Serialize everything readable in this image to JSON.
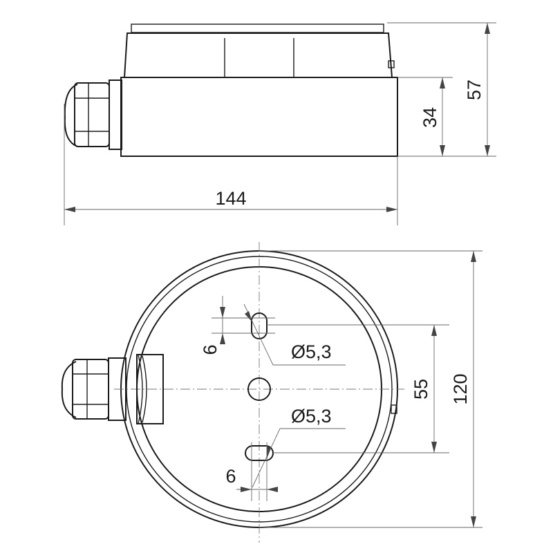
{
  "side_view": {
    "dim_width": "144",
    "dim_height_total": "57",
    "dim_height_base": "34"
  },
  "top_view": {
    "dim_diameter": "120",
    "dim_hole_spacing": "55",
    "dim_hole_upper": "Ø5,3",
    "dim_hole_lower": "Ø5,3",
    "dim_slot_upper": "6",
    "dim_slot_lower": "6"
  }
}
